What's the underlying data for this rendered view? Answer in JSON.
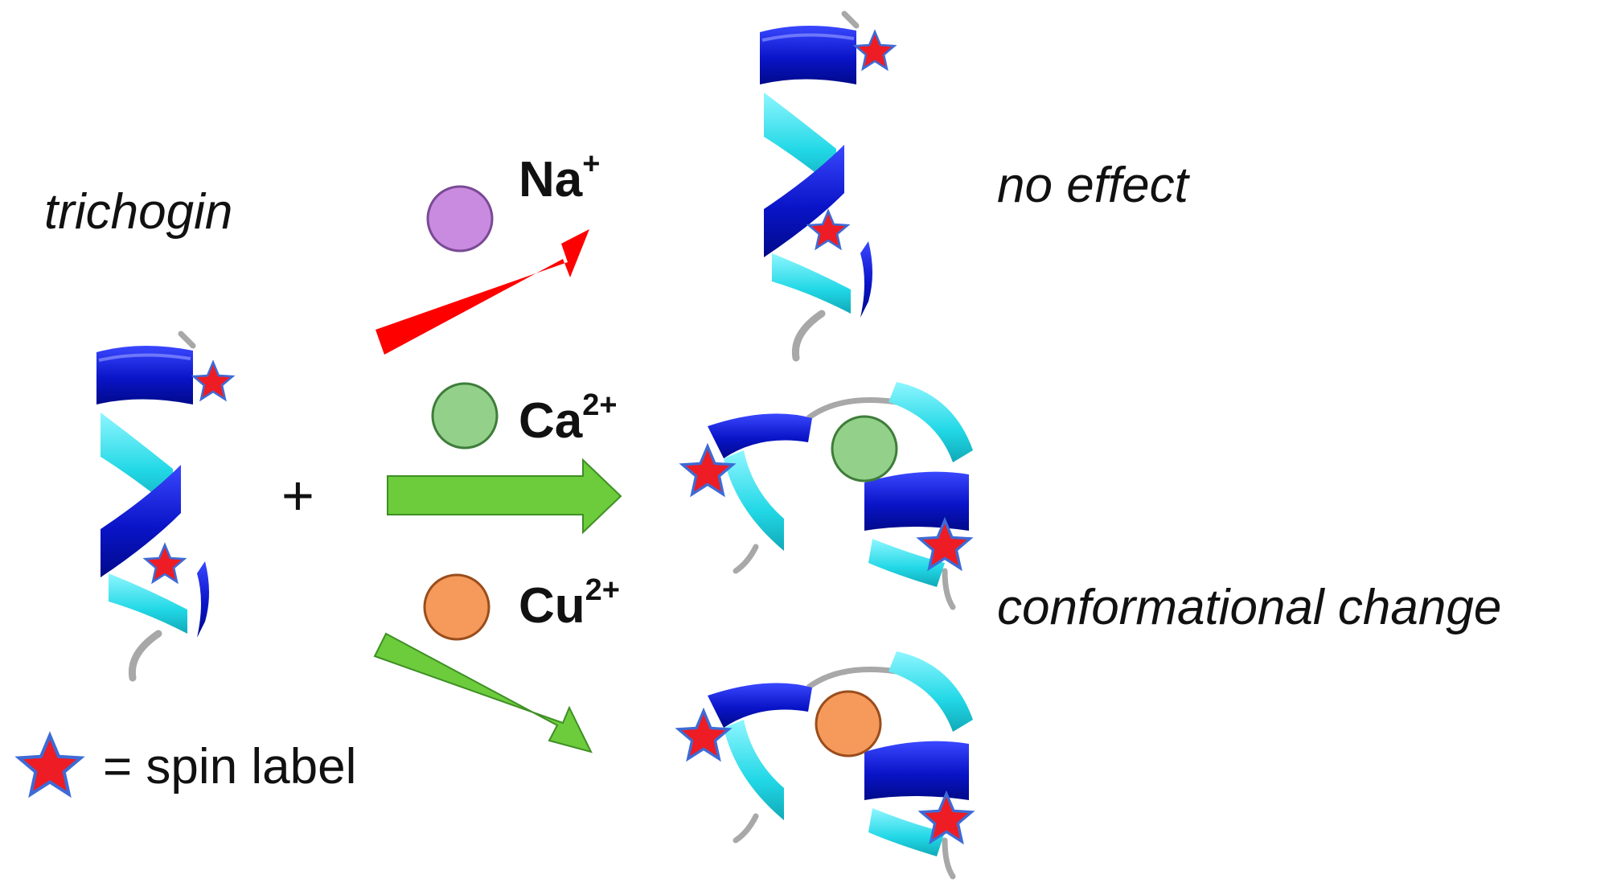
{
  "labels": {
    "peptide": "trichogin",
    "plus": "+",
    "no_effect": "no effect",
    "conformational_change": "conformational change",
    "legend": "= spin label"
  },
  "ions": [
    {
      "symbol": "Na",
      "charge": "+",
      "color": "#c98be0",
      "outcome": "no effect"
    },
    {
      "symbol": "Ca",
      "charge": "2+",
      "color": "#93d18b",
      "outcome": "conformational change"
    },
    {
      "symbol": "Cu",
      "charge": "2+",
      "color": "#f59a5b",
      "outcome": "conformational change"
    }
  ],
  "colors": {
    "helix_dark": "#0a14c8",
    "helix_light": "#22d8e6",
    "coil": "#a8a8a8",
    "spin_label": "#ee1c24",
    "arrow_no_effect": "#ff0000",
    "arrow_change": "#6ccc3c"
  },
  "icons": [
    "spin-label-star-icon",
    "helix-peptide",
    "folded-peptide",
    "reaction-arrow"
  ]
}
